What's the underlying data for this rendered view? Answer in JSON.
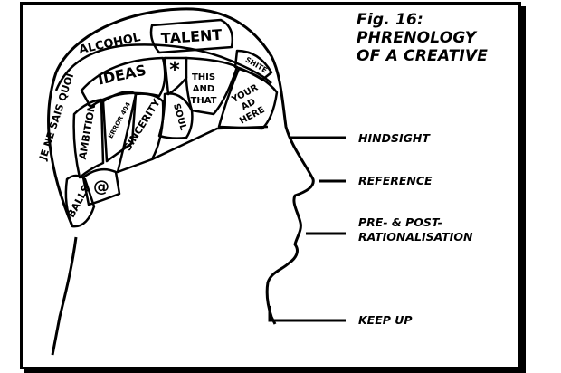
{
  "figure": {
    "line1": "Fig. 16:",
    "line2": "PHRENOLOGY",
    "line3": "OF A CREATIVE"
  },
  "regions": {
    "alcohol": "ALCOHOL",
    "talent": "TALENT",
    "je_ne_sais_quoi": "JE NE SAIS QUOI",
    "ideas": "IDEAS",
    "asterisk": "*",
    "shite": "SHITE",
    "this_and_that": [
      "THIS",
      "AND",
      "THAT"
    ],
    "your_ad_here": [
      "YOUR",
      "AD",
      "HERE"
    ],
    "ambition": "AMBITION",
    "error_404": "ERROR 404",
    "sincerity": "SINCERITY",
    "soul": "SOUL",
    "at_sign": "@",
    "balls": "BALLS"
  },
  "callouts": {
    "hindsight": "HINDSIGHT",
    "reference": "REFERENCE",
    "rationalisation_line1": "PRE- & POST-",
    "rationalisation_line2": "RATIONALISATION",
    "keep_up": "KEEP UP"
  }
}
